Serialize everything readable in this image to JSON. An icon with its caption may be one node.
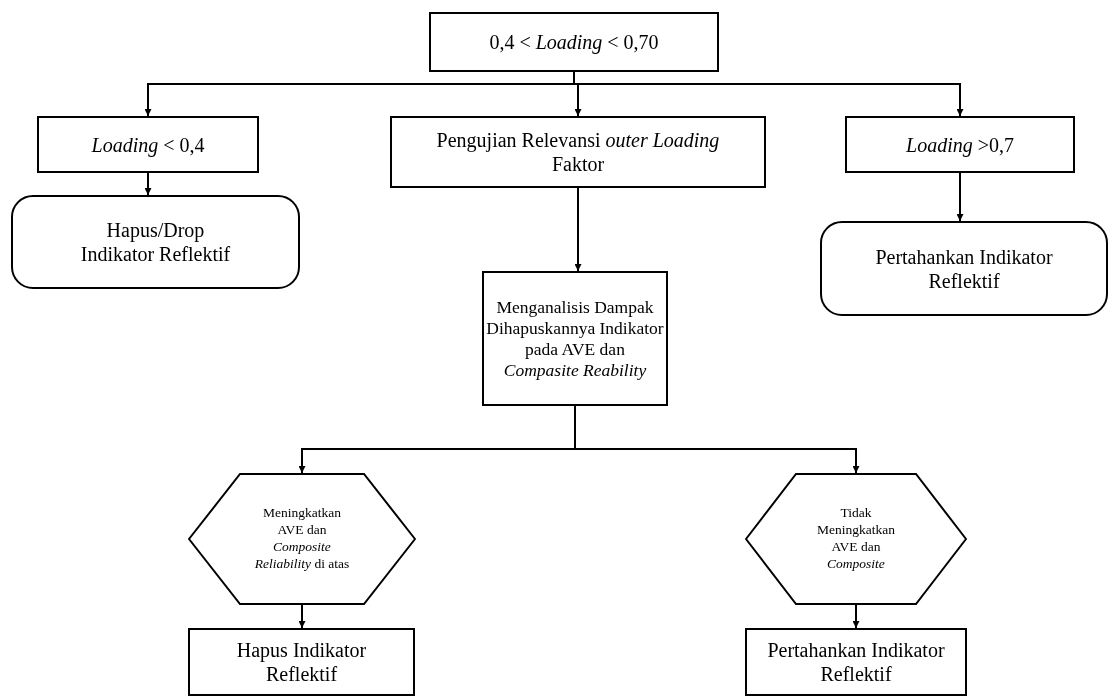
{
  "diagram": {
    "nodes": [
      {
        "text": [
          "0,4 < *Loading* < 0,70"
        ]
      },
      {
        "text": [
          "*Loading* < 0,4"
        ]
      },
      {
        "text": [
          "Pengujian Relevansi *outer Loading* Faktor"
        ]
      },
      {
        "text": [
          "*Loading* >0,7"
        ]
      },
      {
        "text": [
          "Hapus/Drop Indikator Reflektif"
        ]
      },
      {
        "text": [
          "Menganalisis Dampak Dihapuskannya Indikator pada AVE dan *Compasite Reability*"
        ]
      },
      {
        "text": [
          "Pertahankan Indikator Reflektif"
        ]
      },
      {
        "text": [
          "Meningkatkan AVE dan *Composite Reliability* di atas"
        ]
      },
      {
        "text": [
          "Tidak Meningkatkan AVE dan *Composite*"
        ]
      },
      {
        "text": [
          "Hapus Indikator Reflektif"
        ]
      },
      {
        "text": [
          "Pertahankan Indikator Reflektif"
        ]
      }
    ],
    "edges": [
      {
        "from": 0,
        "to": 1,
        "arrow": "to"
      },
      {
        "from": 0,
        "to": 2,
        "arrow": "to"
      },
      {
        "from": 0,
        "to": 3,
        "arrow": "to"
      },
      {
        "from": 1,
        "to": 4,
        "arrow": "to"
      },
      {
        "from": 2,
        "to": 5,
        "arrow": "to"
      },
      {
        "from": 3,
        "to": 6,
        "arrow": "to"
      },
      {
        "from": 5,
        "to": 7,
        "arrow": "to"
      },
      {
        "from": 5,
        "to": 8,
        "arrow": "to"
      },
      {
        "from": 7,
        "to": 9,
        "arrow": "to"
      },
      {
        "from": 8,
        "to": 10,
        "arrow": "to"
      }
    ]
  }
}
